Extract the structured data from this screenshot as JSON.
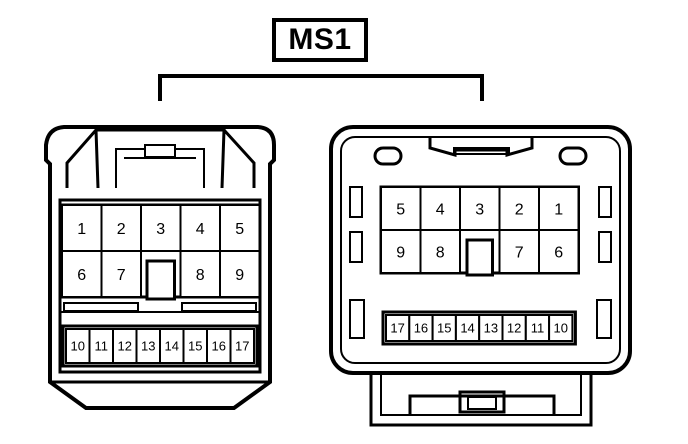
{
  "title": "MS1",
  "left_connector": {
    "top_row": [
      "1",
      "2",
      "3",
      "4",
      "5"
    ],
    "mid_row": [
      "6",
      "7",
      "8",
      "9"
    ],
    "bottom_row": [
      "10",
      "11",
      "12",
      "13",
      "14",
      "15",
      "16",
      "17"
    ]
  },
  "right_connector": {
    "top_row": [
      "5",
      "4",
      "3",
      "2",
      "1"
    ],
    "mid_row": [
      "9",
      "8",
      "7",
      "6"
    ],
    "bottom_row": [
      "17",
      "16",
      "15",
      "14",
      "13",
      "12",
      "11",
      "10"
    ]
  }
}
